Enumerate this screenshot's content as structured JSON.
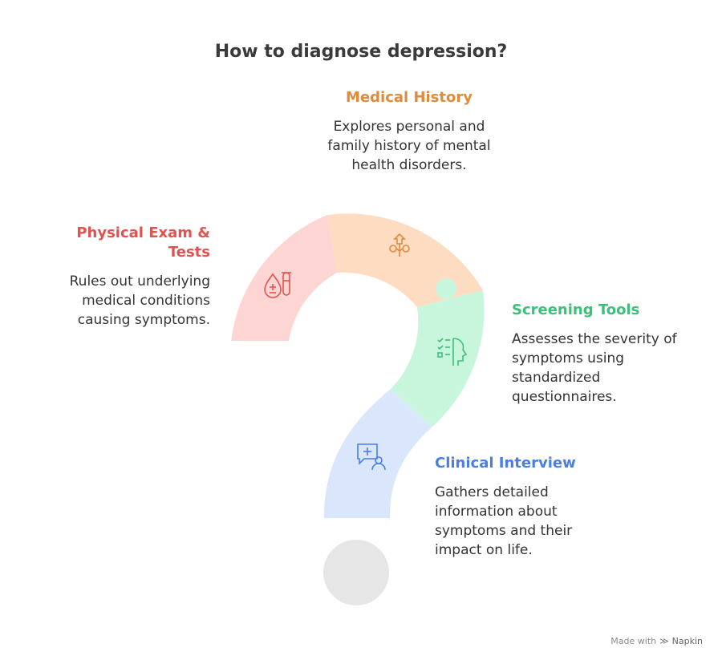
{
  "title": "How to diagnose depression?",
  "steps": {
    "medical_history": {
      "heading": "Medical History",
      "description": "Explores personal and family history of mental health disorders.",
      "color": "#E08A3C",
      "fill": "#FDDCC1",
      "icon": "family-tree-icon"
    },
    "physical_exam": {
      "heading": "Physical Exam & Tests",
      "description": "Rules out underlying medical conditions causing symptoms.",
      "color": "#E0534F",
      "fill": "#FDD6D4",
      "icon": "blood-test-icon"
    },
    "screening_tools": {
      "heading": "Screening Tools",
      "description": "Assesses the severity of symptoms using standardized questionnaires.",
      "color": "#3CC07B",
      "fill": "#C8F6DD",
      "icon": "checklist-head-icon"
    },
    "clinical_interview": {
      "heading": "Clinical Interview",
      "description": "Gathers detailed information about symptoms and their impact on life.",
      "color": "#4A7FE0",
      "fill": "#D9E6FB",
      "icon": "medical-chat-icon"
    }
  },
  "dot_color": "#E6E6E6",
  "footer": {
    "made_with": "Made with",
    "brand": "Napkin"
  }
}
